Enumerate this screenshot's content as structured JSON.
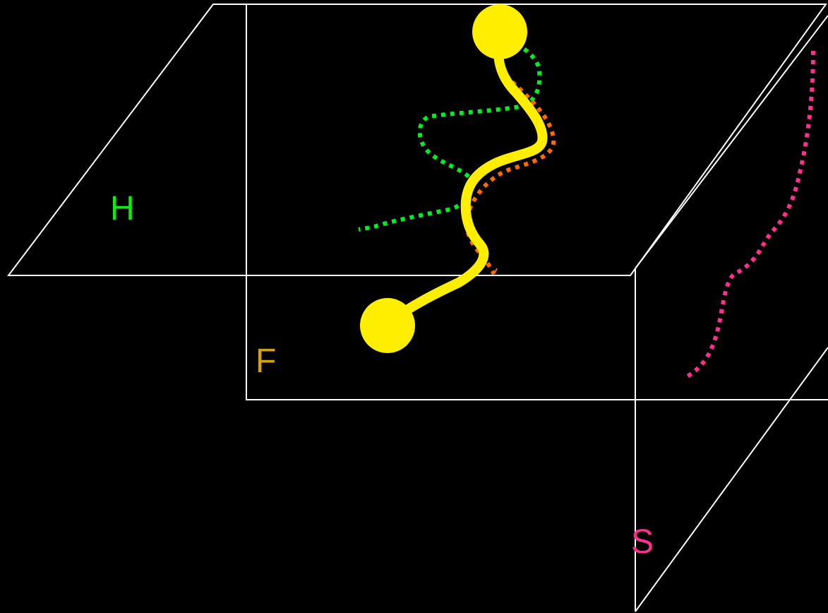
{
  "diagram": {
    "planes": {
      "horizontal": {
        "label": "H",
        "color": "#17e617"
      },
      "frontal": {
        "label": "F",
        "color": "#d4a017"
      },
      "side": {
        "label": "S",
        "color": "#ff2f92"
      }
    },
    "curve": {
      "color": "#ffee00"
    },
    "projections": {
      "horizontal_color": "#00ee22",
      "frontal_color": "#ff6a00",
      "side_color": "#ff2f92"
    },
    "frame_color": "#ffffff",
    "background": "#000000"
  }
}
